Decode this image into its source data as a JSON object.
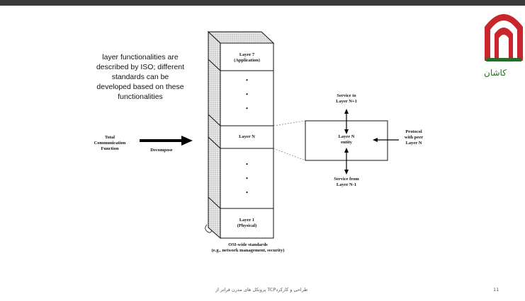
{
  "description": "layer functionalities are\ndescribed by ISO; different\nstandards can be\ndeveloped based on these\nfunctionalities",
  "input": {
    "total_function": "Total\nCommunication\nFunction",
    "decompose": "Decompose"
  },
  "stack": {
    "layer7": "Layer 7\n(Application)",
    "layerN": "Layer N",
    "layer1": "Layer 1\n(Physical)",
    "dot": "•",
    "osi_wide": "OSI-wide standards\n(e.g., network management, security)"
  },
  "entity": {
    "name": "Layer N\nentity",
    "service_to": "Service to\nLayer N+1",
    "service_from": "Service from\nLayer N-1",
    "protocol": "Protocol\nwith peer\nLayer N"
  },
  "logo": {
    "text": "کاشان"
  },
  "footer": {
    "title": "پروتکل های مدرن فراتر از TCPطراحی و کارکرد",
    "page_number": "11"
  },
  "colors": {
    "logo_red": "#c8252c",
    "logo_green": "#2d6b2a"
  }
}
